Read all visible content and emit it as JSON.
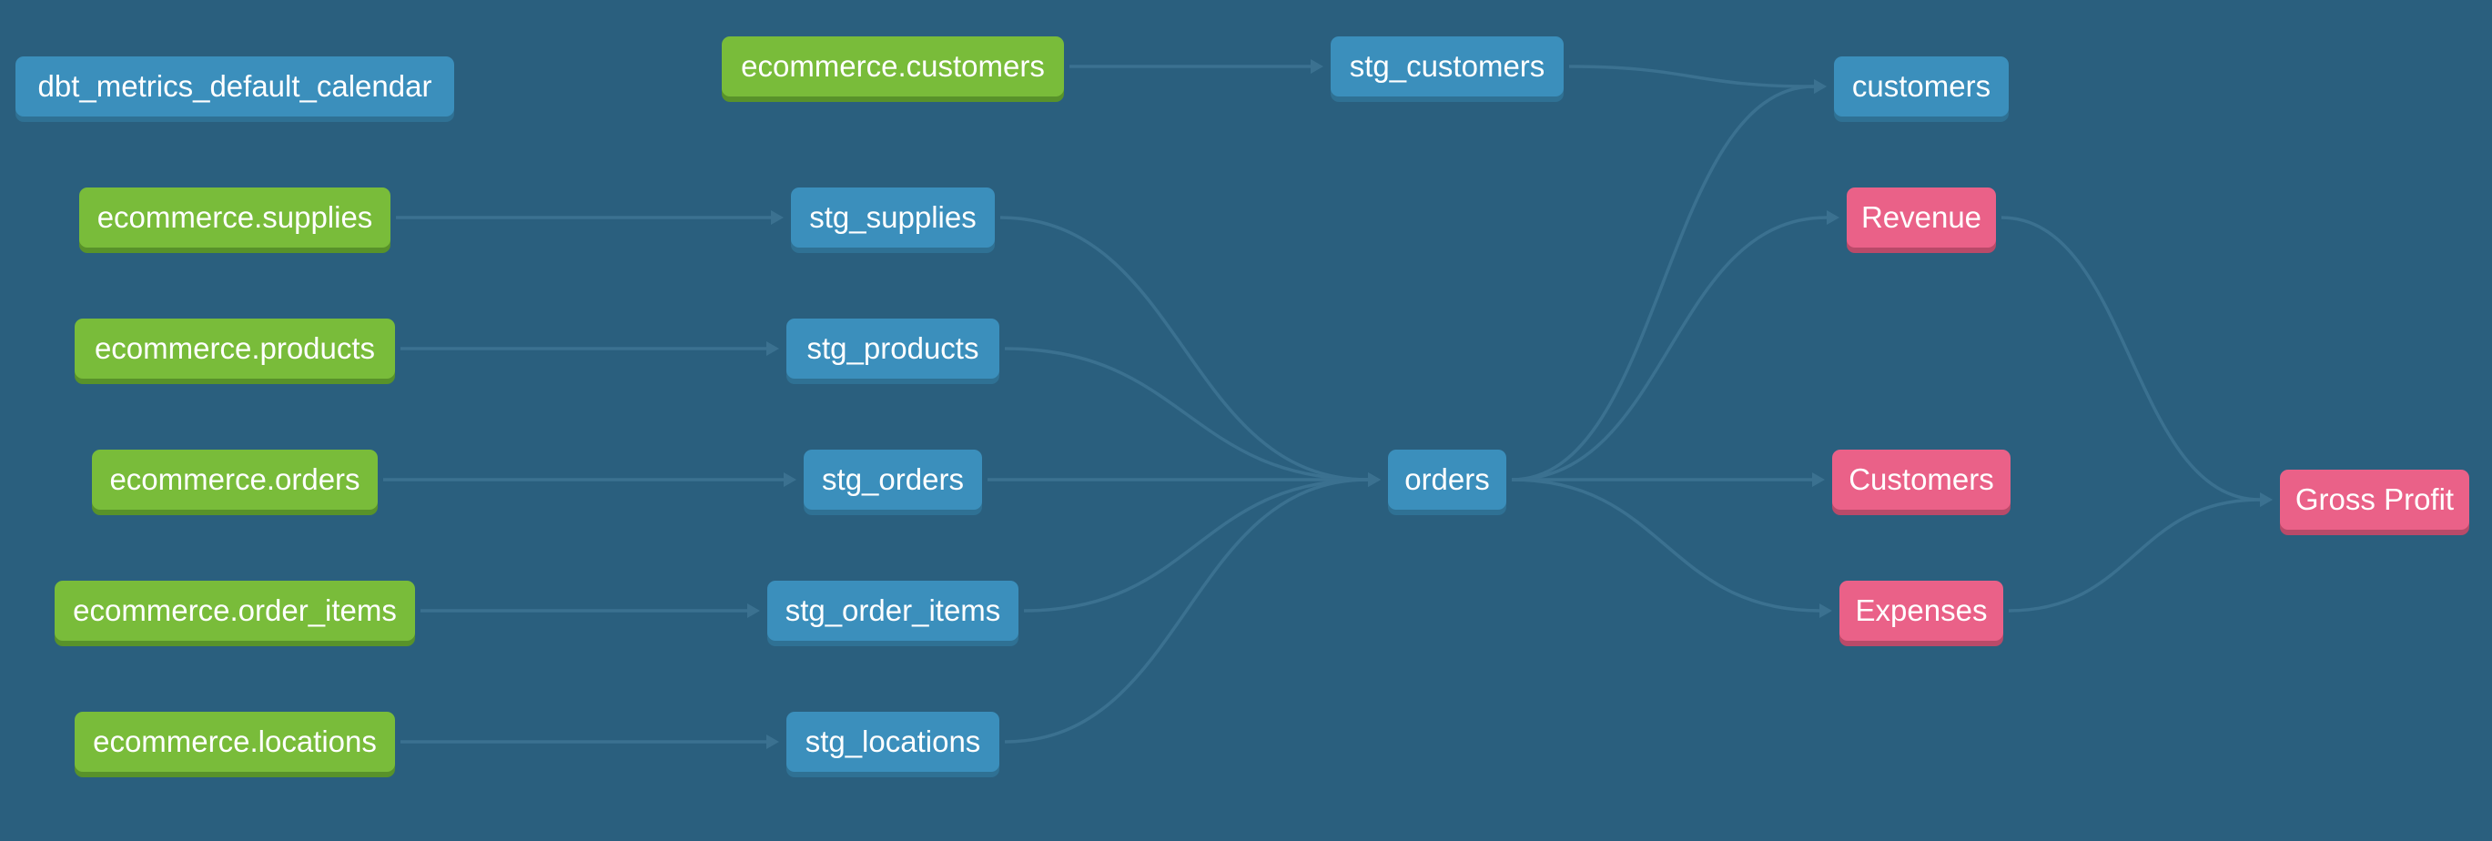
{
  "colors": {
    "background": "#2a5f7e",
    "model": "#3b8fbc",
    "source": "#79bc3a",
    "metric": "#ea6188",
    "edge": "#3b7190"
  },
  "nodes": {
    "dbt_metrics_default_calendar": "dbt_metrics_default_calendar",
    "src_customers": "ecommerce.customers",
    "src_supplies": "ecommerce.supplies",
    "src_products": "ecommerce.products",
    "src_orders": "ecommerce.orders",
    "src_order_items": "ecommerce.order_items",
    "src_locations": "ecommerce.locations",
    "stg_customers": "stg_customers",
    "stg_supplies": "stg_supplies",
    "stg_products": "stg_products",
    "stg_orders": "stg_orders",
    "stg_order_items": "stg_order_items",
    "stg_locations": "stg_locations",
    "orders": "orders",
    "customers": "customers",
    "metric_revenue": "Revenue",
    "metric_customers": "Customers",
    "metric_expenses": "Expenses",
    "metric_gross_profit": "Gross Profit"
  },
  "edges": [
    [
      "src_customers",
      "stg_customers"
    ],
    [
      "src_supplies",
      "stg_supplies"
    ],
    [
      "src_products",
      "stg_products"
    ],
    [
      "src_orders",
      "stg_orders"
    ],
    [
      "src_order_items",
      "stg_order_items"
    ],
    [
      "src_locations",
      "stg_locations"
    ],
    [
      "stg_customers",
      "customers"
    ],
    [
      "stg_supplies",
      "orders"
    ],
    [
      "stg_products",
      "orders"
    ],
    [
      "stg_orders",
      "orders"
    ],
    [
      "stg_order_items",
      "orders"
    ],
    [
      "stg_locations",
      "orders"
    ],
    [
      "orders",
      "customers"
    ],
    [
      "orders",
      "metric_revenue"
    ],
    [
      "orders",
      "metric_customers"
    ],
    [
      "orders",
      "metric_expenses"
    ],
    [
      "metric_revenue",
      "metric_gross_profit"
    ],
    [
      "metric_expenses",
      "metric_gross_profit"
    ]
  ]
}
